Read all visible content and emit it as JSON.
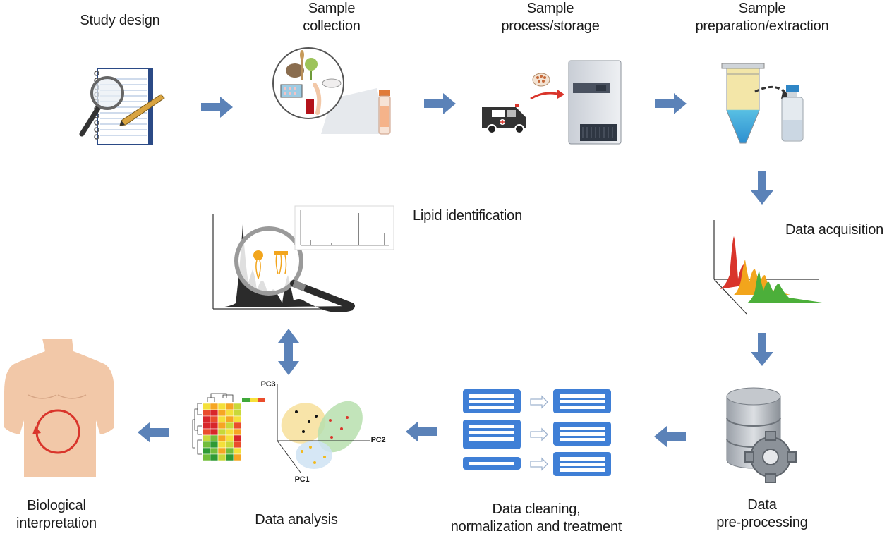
{
  "steps": {
    "study_design": {
      "line1": "Study design"
    },
    "sample_collection": {
      "line1": "Sample",
      "line2": "collection"
    },
    "sample_process": {
      "line1": "Sample",
      "line2": "process/storage"
    },
    "sample_preparation": {
      "line1": "Sample",
      "line2": "preparation/extraction"
    },
    "data_acquisition": {
      "line1": "Data acquisition"
    },
    "data_preprocessing": {
      "line1": "Data",
      "line2": "pre-processing"
    },
    "data_cleaning": {
      "line1": "Data cleaning,",
      "line2": "normalization and treatment"
    },
    "data_analysis": {
      "line1": "Data analysis"
    },
    "lipid_identification": {
      "line1": "Lipid identification"
    },
    "biological_interpretation": {
      "line1": "Biological",
      "line2": "interpretation"
    }
  },
  "pca": {
    "axis1": "PC1",
    "axis2": "PC2",
    "axis3": "PC3"
  },
  "colors": {
    "arrow": "#5b82b8",
    "peak_red": "#d9352b",
    "peak_orange": "#f2a51c",
    "peak_green": "#4caf3a",
    "ellipse_yellow": "#f7df9a",
    "ellipse_green": "#b7dfae",
    "ellipse_blue": "#cfe3f3",
    "table_blue": "#3f7fd6",
    "skin": "#f2c8a8"
  }
}
